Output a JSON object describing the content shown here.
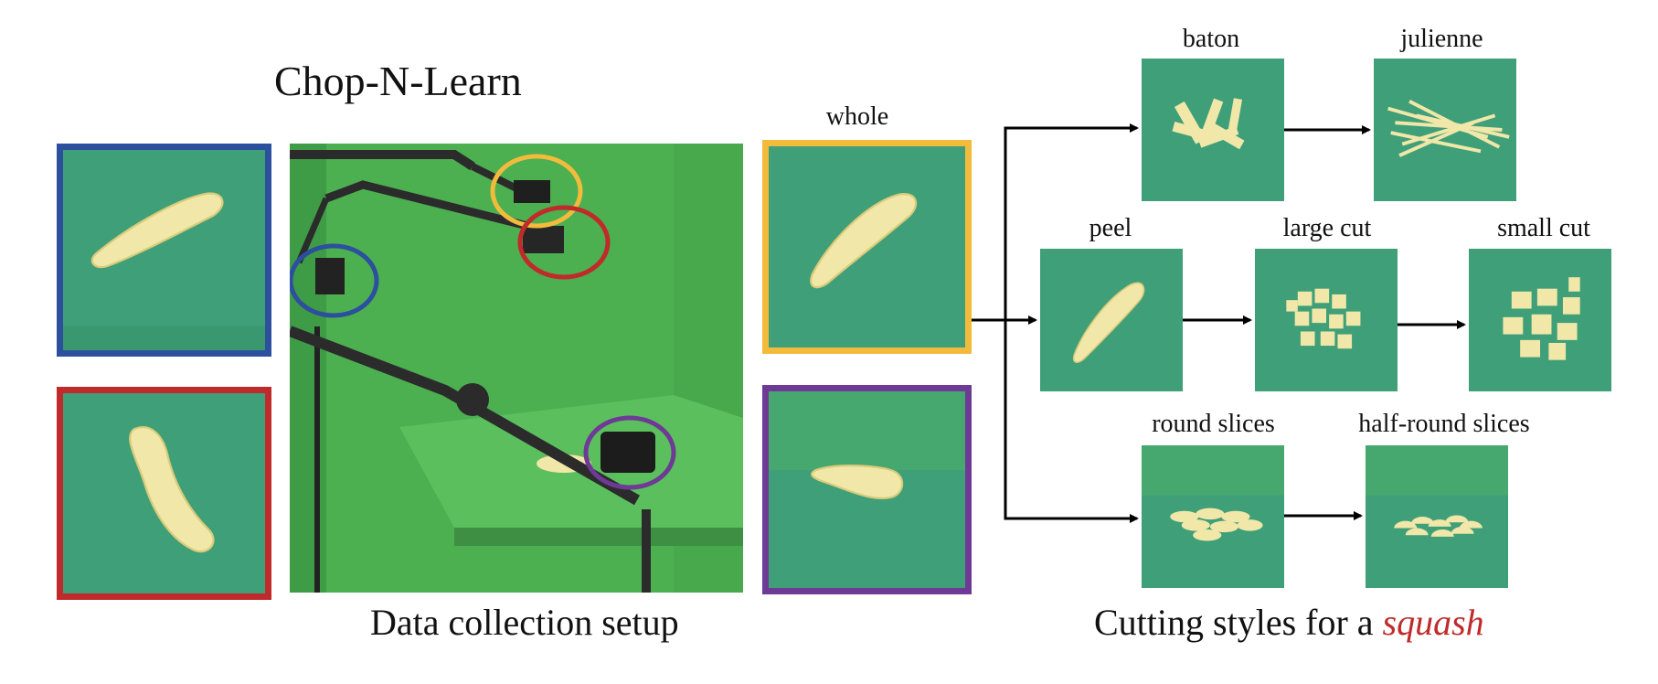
{
  "title": "Chop-N-Learn",
  "captions": {
    "setup": "Data collection setup",
    "styles_prefix": "Cutting styles for a ",
    "styles_object": "squash"
  },
  "labels": {
    "whole": "whole",
    "baton": "baton",
    "julienne": "julienne",
    "peel": "peel",
    "large_cut": "large cut",
    "small_cut": "small cut",
    "round_slices": "round slices",
    "half_round_slices": "half-round slices"
  },
  "colors": {
    "blue": "#2c4f9e",
    "red": "#c02a2b",
    "yellow": "#f3bb3b",
    "purple": "#6e3a96",
    "accent_text": "#c02a2b",
    "backdrop_green": "#4caf50",
    "board_green": "#3f9f78",
    "squash": "#f0e7a8"
  }
}
